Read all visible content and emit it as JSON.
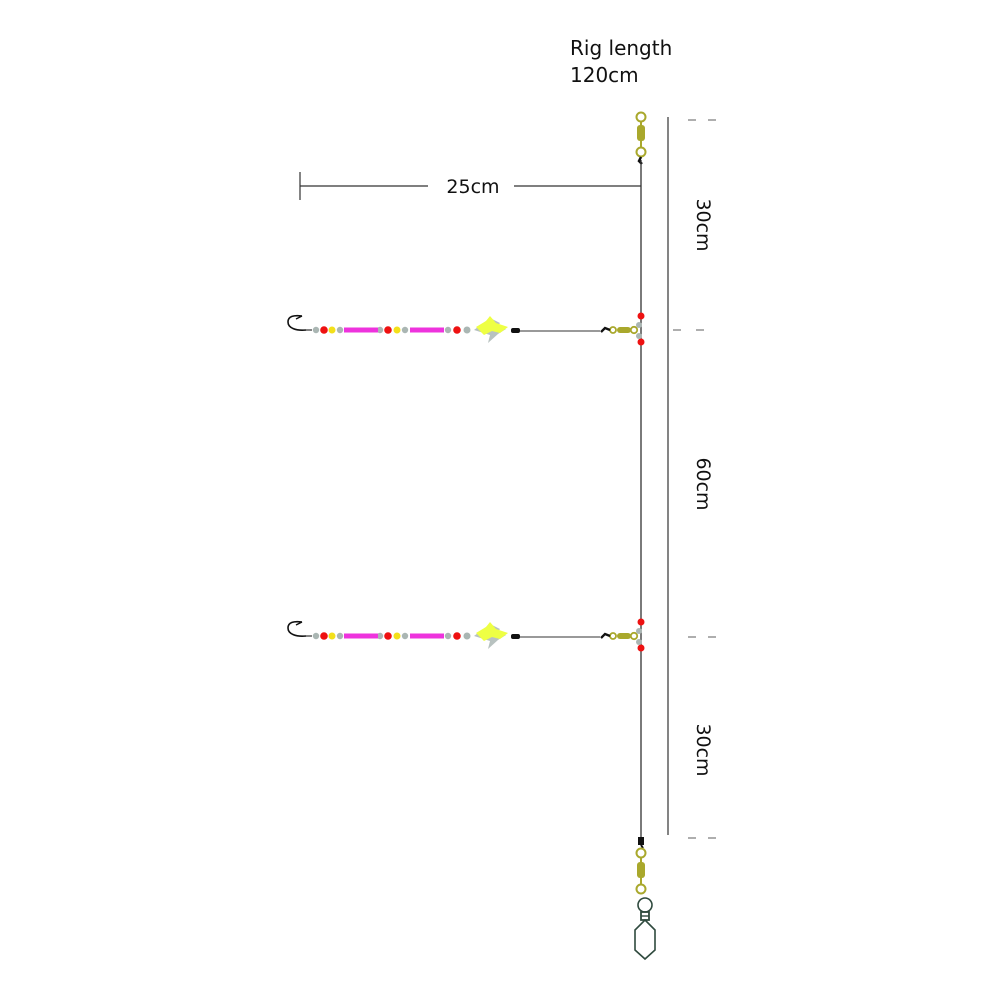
{
  "title": {
    "line1": "Rig length",
    "line2": "120cm"
  },
  "dimensions": {
    "snood_length": "25cm",
    "top_section": "30cm",
    "middle_section": "60cm",
    "bottom_section": "30cm"
  },
  "colors": {
    "line": "#333333",
    "swivel": "#a9a82c",
    "bead_red": "#ee1111",
    "bead_yellow": "#f3e01a",
    "bead_grey": "#aab6b3",
    "tube_pink": "#ee33dd",
    "flash_yellow": "#eeff44",
    "flash_grey": "#b8c2c0",
    "lead_clip": "#2f4a3e"
  },
  "icons": {
    "hook": "hook-icon",
    "swivel": "swivel-icon",
    "lead_link": "lead-clip-icon",
    "lure": "flasher-lure-icon"
  }
}
